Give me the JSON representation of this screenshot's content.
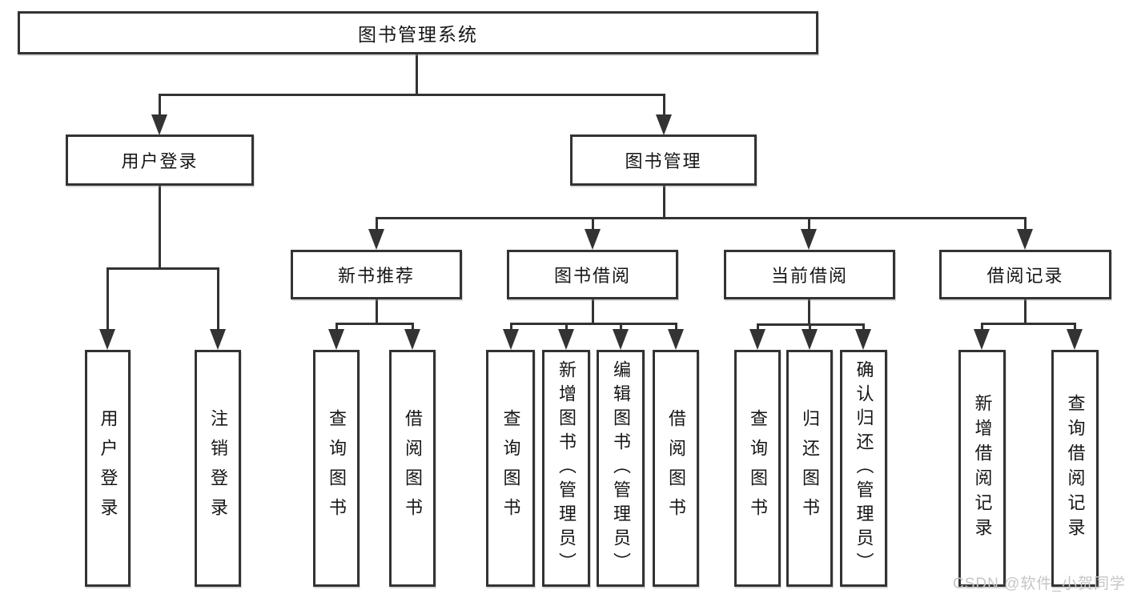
{
  "diagram": {
    "tree": {
      "label": "图书管理系统",
      "children": [
        {
          "label": "用户登录",
          "children": [
            {
              "label": "用户登录"
            },
            {
              "label": "注销登录"
            }
          ]
        },
        {
          "label": "图书管理",
          "children": [
            {
              "label": "新书推荐",
              "children": [
                {
                  "label": "查询图书"
                },
                {
                  "label": "借阅图书"
                }
              ]
            },
            {
              "label": "图书借阅",
              "children": [
                {
                  "label": "查询图书"
                },
                {
                  "label": "新增图书（管理员）"
                },
                {
                  "label": "编辑图书（管理员）"
                },
                {
                  "label": "借阅图书"
                }
              ]
            },
            {
              "label": "当前借阅",
              "children": [
                {
                  "label": "查询图书"
                },
                {
                  "label": "归还图书"
                },
                {
                  "label": "确认归还（管理员）"
                }
              ]
            },
            {
              "label": "借阅记录",
              "children": [
                {
                  "label": "新增借阅记录"
                },
                {
                  "label": "查询借阅记录"
                }
              ]
            }
          ]
        }
      ]
    },
    "watermark": "CSDN @软件_小贺同学",
    "colors": {
      "line": "#333333",
      "box_border": "#333333",
      "text": "#161616",
      "watermark": "#c6c6c6",
      "background": "#ffffff"
    }
  }
}
